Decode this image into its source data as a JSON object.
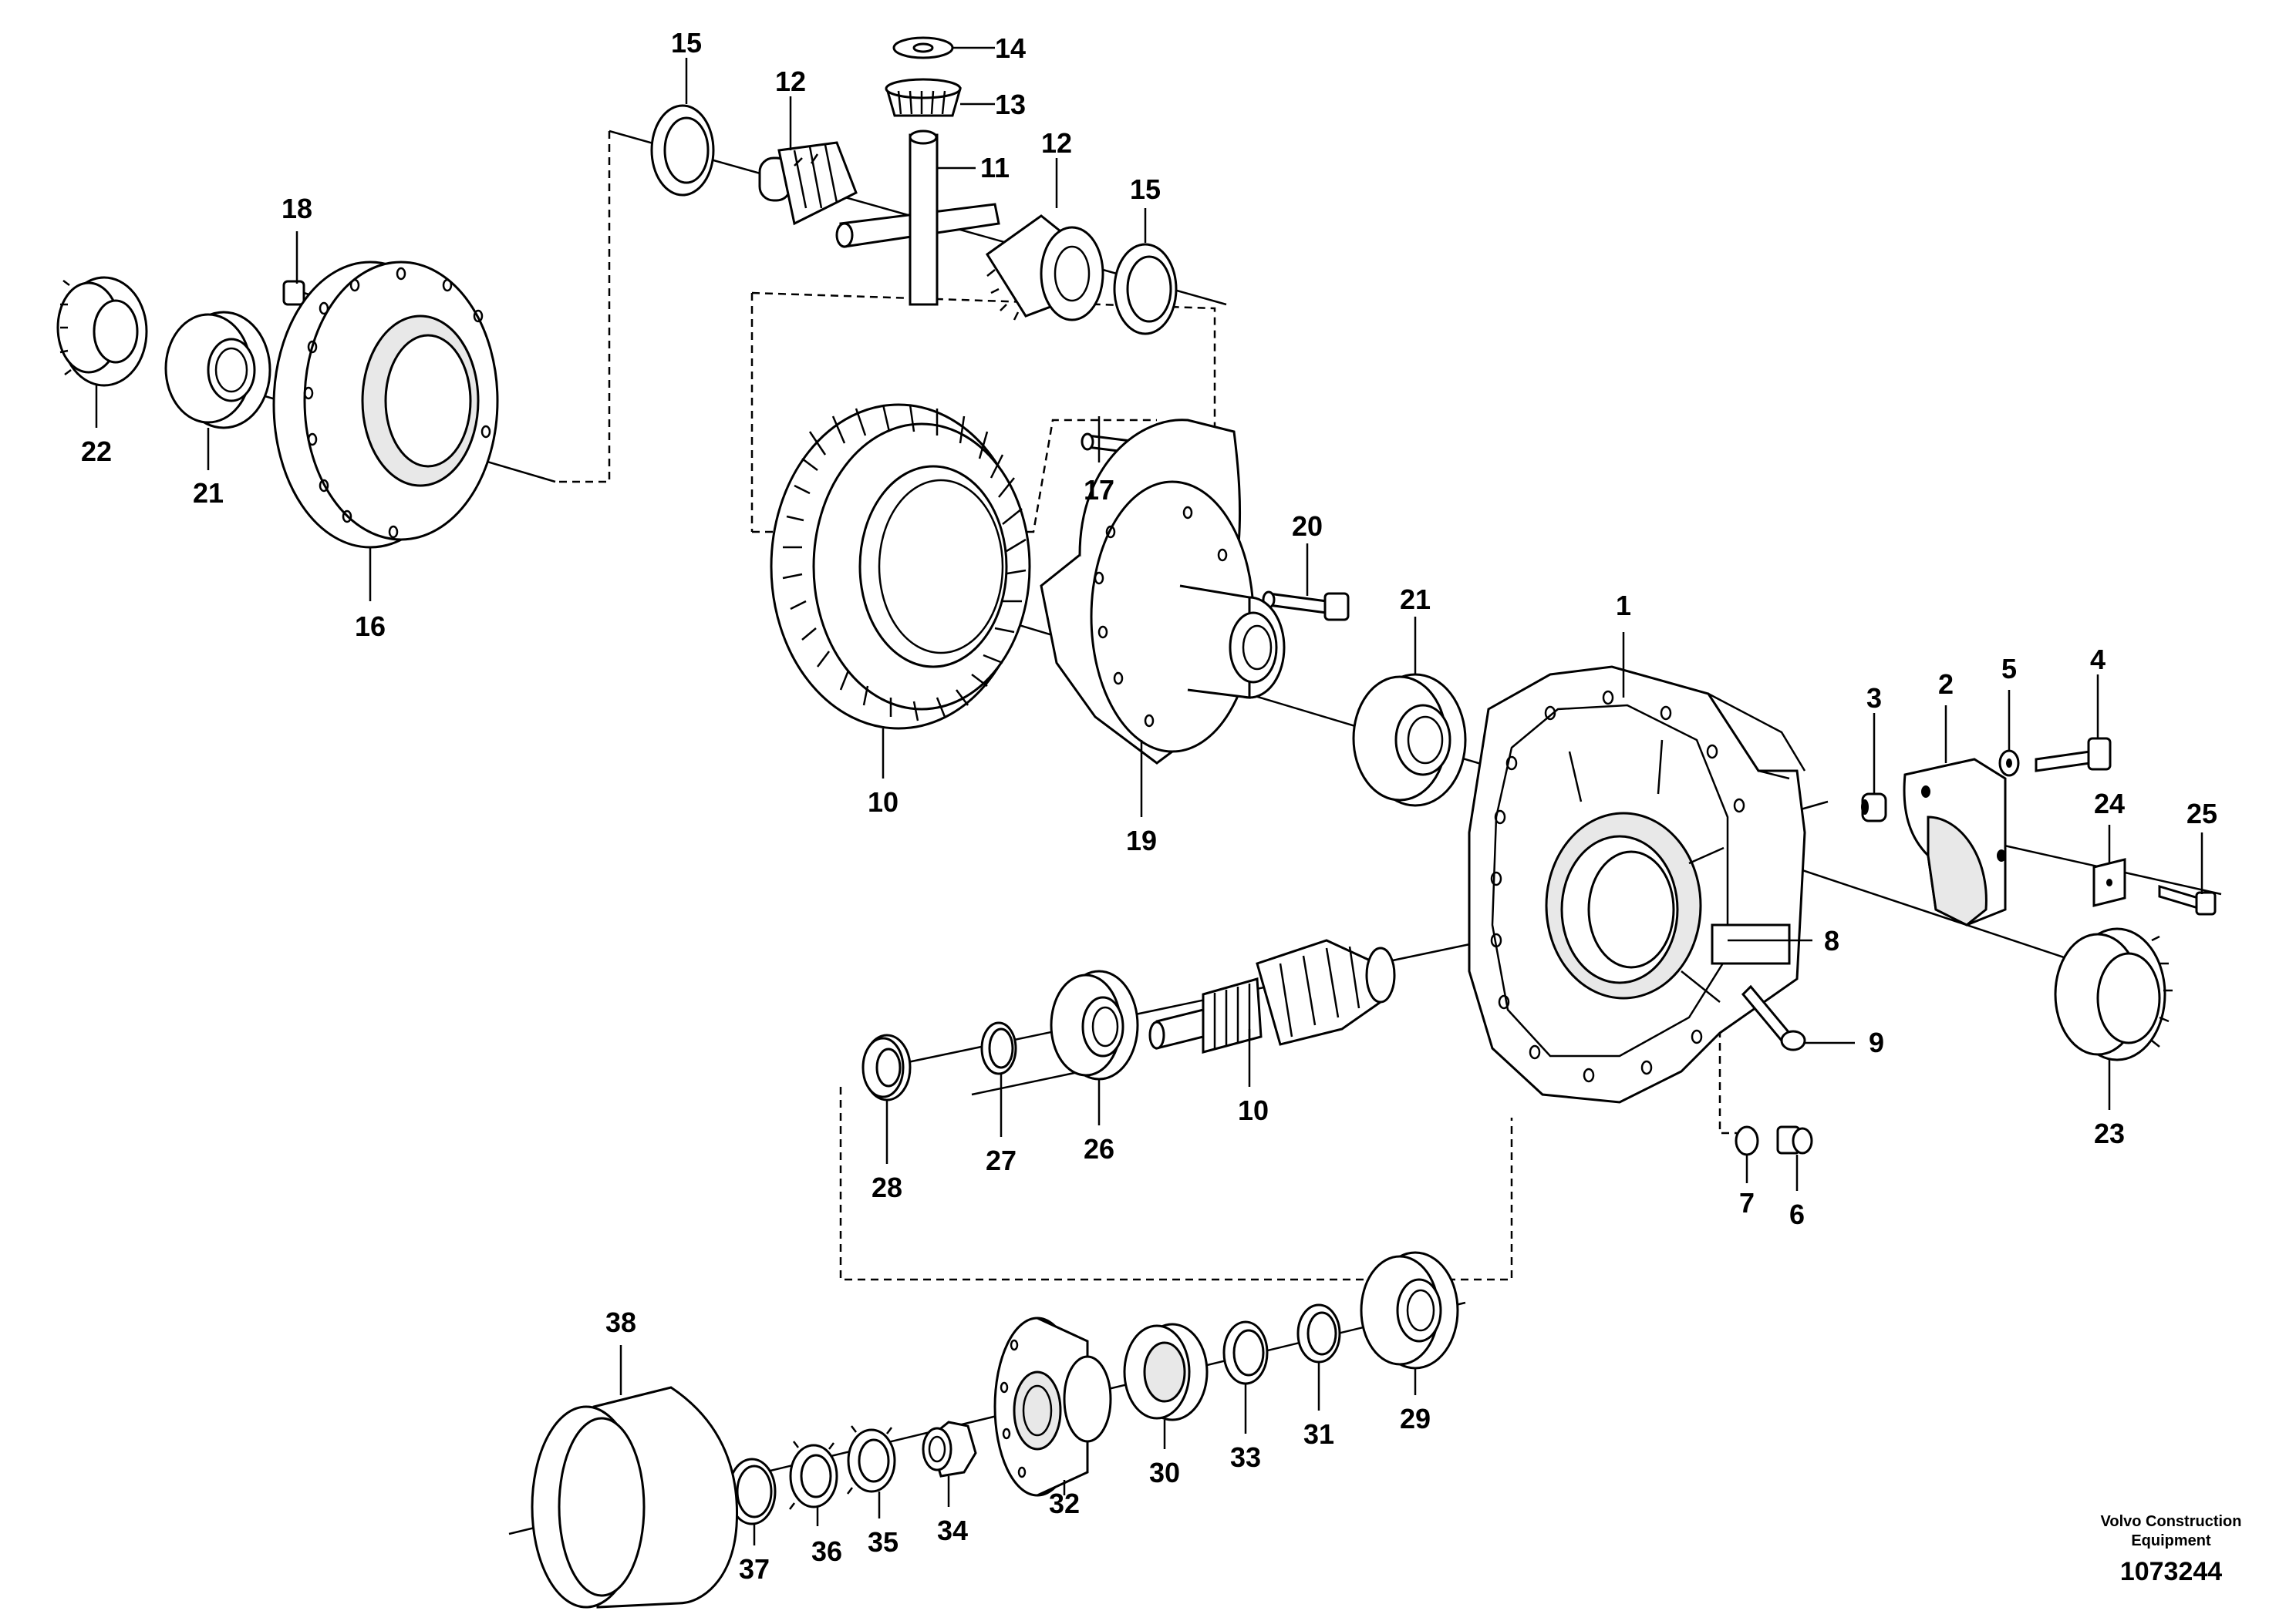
{
  "callouts": {
    "c1": "1",
    "c2": "2",
    "c3": "3",
    "c4": "4",
    "c5": "5",
    "c6": "6",
    "c7": "7",
    "c8": "8",
    "c9": "9",
    "c10a": "10",
    "c10b": "10",
    "c11": "11",
    "c12a": "12",
    "c12b": "12",
    "c13": "13",
    "c14": "14",
    "c15a": "15",
    "c15b": "15",
    "c16": "16",
    "c17": "17",
    "c18": "18",
    "c19": "19",
    "c20": "20",
    "c21a": "21",
    "c21b": "21",
    "c22": "22",
    "c23": "23",
    "c24": "24",
    "c25": "25",
    "c26": "26",
    "c27": "27",
    "c28": "28",
    "c29": "29",
    "c30": "30",
    "c31": "31",
    "c32": "32",
    "c33": "33",
    "c34": "34",
    "c35": "35",
    "c36": "36",
    "c37": "37",
    "c38": "38"
  },
  "brand": {
    "line1": "Volvo Construction",
    "line2": "Equipment"
  },
  "document_number": "1073244"
}
